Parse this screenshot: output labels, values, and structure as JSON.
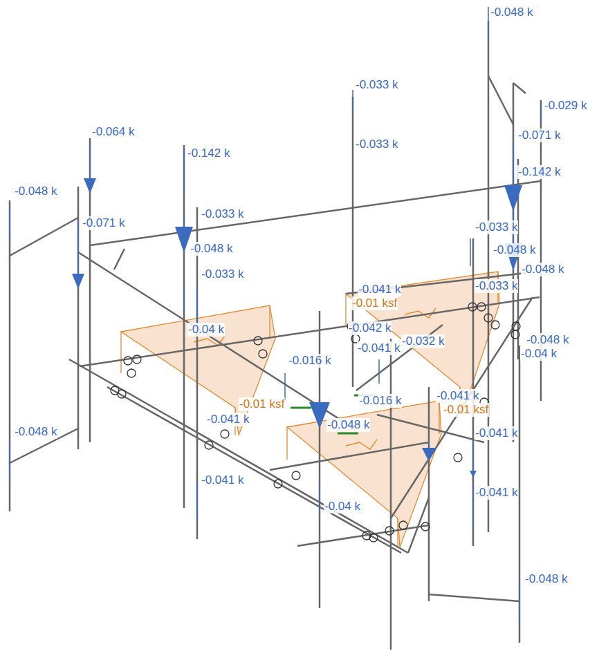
{
  "diagram": {
    "labels": [
      "-0.048 k",
      "-0.033 k",
      "-0.029 k",
      "-0.064 k",
      "-0.142 k",
      "-0.071 k",
      "-0.033 k",
      "-0.142 k",
      "-0.048 k",
      "-0.033 k",
      "-0.071 k",
      "-0.033 k",
      "-0.048 k",
      "-0.048 k",
      "-0.048 k",
      "-0.033 k",
      "-0.041 k",
      "-0.033 k",
      "-0.01 ksf",
      "-0.04 k",
      "-0.042 k",
      "-0.048 k",
      "-0.041 k",
      "-0.032 k",
      "-0.04 k",
      "-0.016 k",
      "-0.016 k",
      "-0.041 k",
      "-0.01 ksf",
      "-0.01 ksf",
      "-0.041 k",
      "-0.048 k",
      "-0.048 k",
      "-0.041 k",
      "-0.041 k",
      "-0.041 k",
      "-0.04 k",
      "-0.048 k"
    ]
  }
}
